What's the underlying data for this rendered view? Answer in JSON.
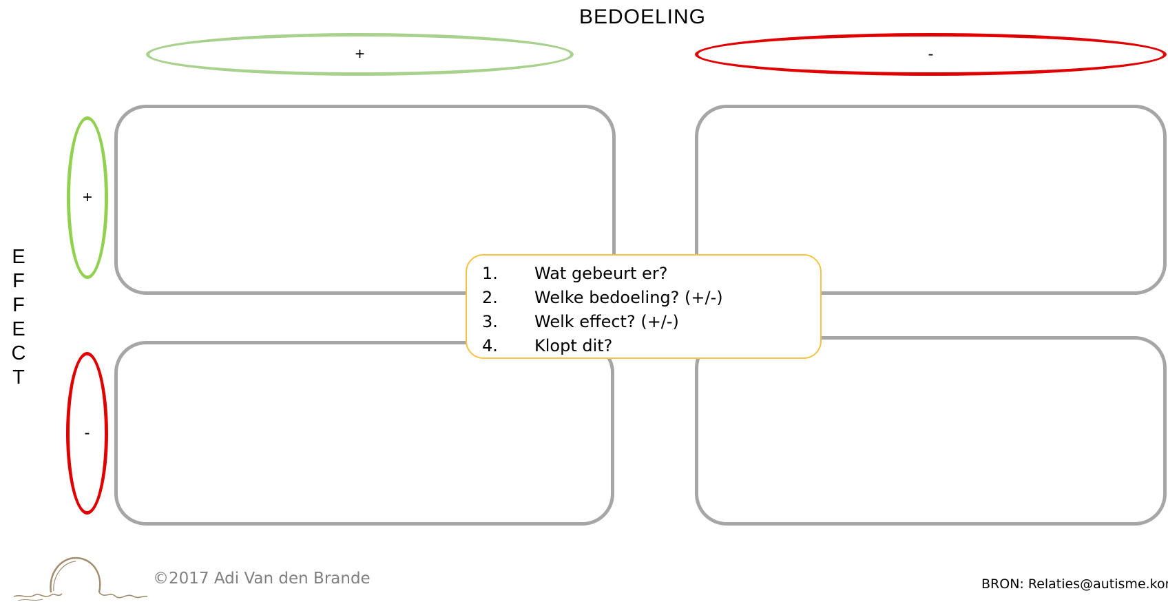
{
  "diagram": {
    "title": "BEDOELING",
    "top_plus_label": "+",
    "top_minus_label": "-",
    "side_label_letters": [
      "E",
      "F",
      "F",
      "E",
      "C",
      "T"
    ],
    "left_plus_label": "+",
    "left_minus_label": "-",
    "steps": [
      {
        "number": "1.",
        "text": "Wat gebeurt er?"
      },
      {
        "number": "2.",
        "text": "Welke bedoeling? (+/-)"
      },
      {
        "number": "3.",
        "text": "Welk effect?  (+/-)"
      },
      {
        "number": "4.",
        "text": "Klopt dit?"
      }
    ],
    "copyright": "©2017 Adi Van den Brande",
    "source": "BRON: Relaties@autisme.kom"
  },
  "colors": {
    "positive_light": "#a9d18e",
    "positive": "#92d050",
    "negative": "#e00000",
    "box_border": "#a6a6a6",
    "steps_border": "#f5c242",
    "copyright_text": "#7f7f7f",
    "logo_stroke": "#a08c6e"
  },
  "icons": {
    "logo": "sun-over-waves-logo"
  }
}
